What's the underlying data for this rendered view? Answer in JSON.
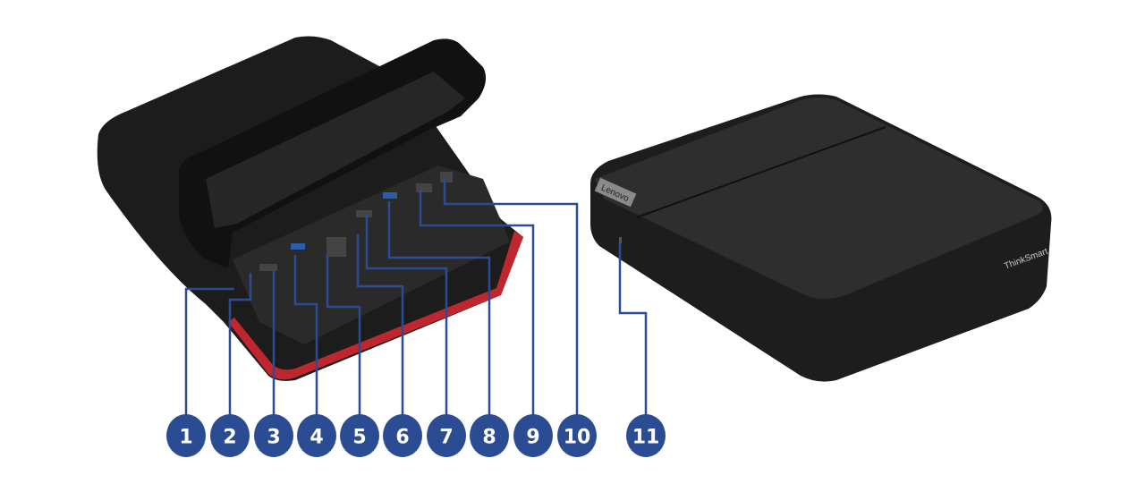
{
  "colors": {
    "callout": "#2b4c93",
    "device": "#1c1c1c",
    "accent_red": "#c0262d"
  },
  "devices": {
    "left": {
      "description_logo": ""
    },
    "right": {
      "logo_lenovo": "Lenovo",
      "logo_brand": "ThinkSmart"
    }
  },
  "callouts": [
    {
      "label": "1"
    },
    {
      "label": "2"
    },
    {
      "label": "3"
    },
    {
      "label": "4"
    },
    {
      "label": "5"
    },
    {
      "label": "6"
    },
    {
      "label": "7"
    },
    {
      "label": "8"
    },
    {
      "label": "9"
    },
    {
      "label": "10"
    },
    {
      "label": "11"
    }
  ]
}
